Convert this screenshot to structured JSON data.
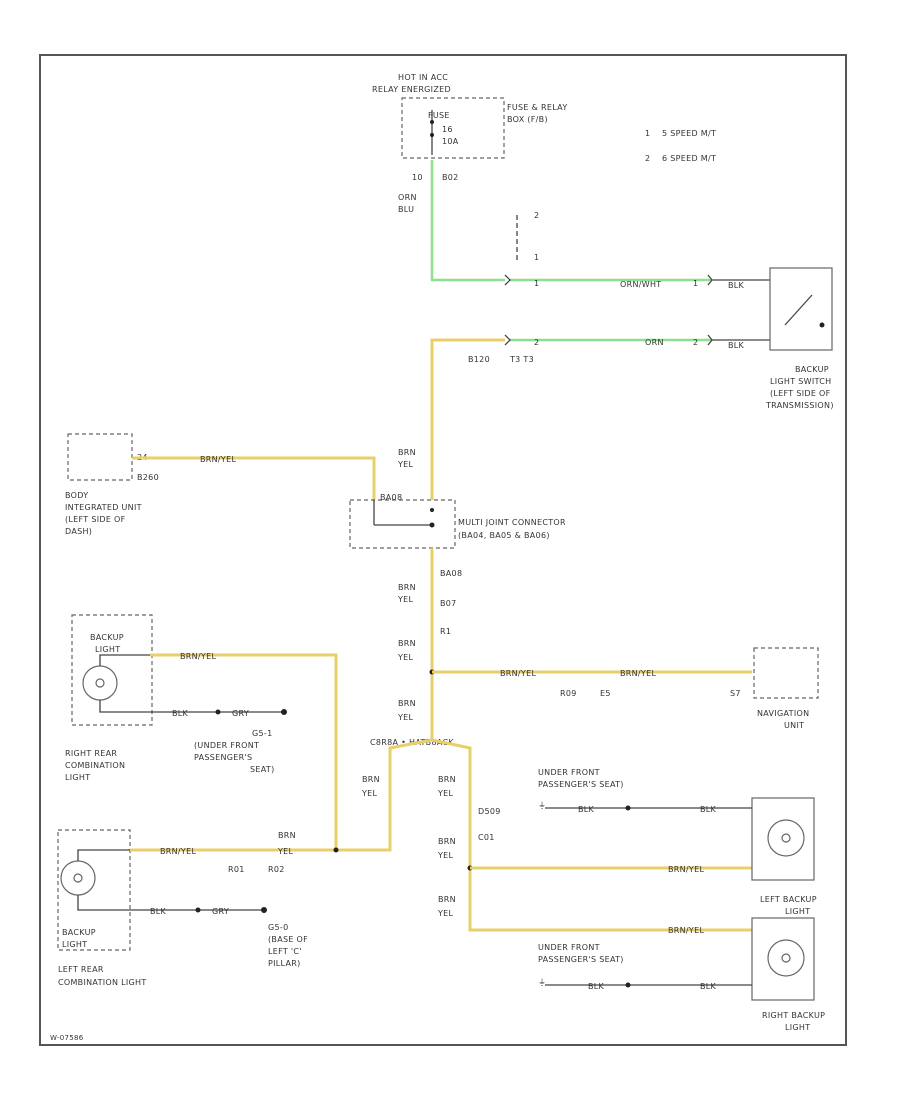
{
  "top": {
    "hot_label": "HOT IN ACC",
    "relay_label": "RELAY ENERGIZED",
    "fuse_label": "FUSE",
    "fuse_no": "16",
    "fuse_amp": "10A",
    "box_label_1": "FUSE & RELAY",
    "box_label_2": "BOX (F/B)",
    "pin_a": "10",
    "pin_b": "B02"
  },
  "legend": [
    {
      "num": "1",
      "text": "5 SPEED M/T"
    },
    {
      "num": "2",
      "text": "6 SPEED M/T"
    }
  ],
  "wires": {
    "orn_blu_1": "ORN",
    "orn_blu_2": "BLU",
    "orn_top": "ORN/WHT",
    "orn_bottom": "ORN",
    "brn_yel": "BRN/YEL",
    "brn": "BRN",
    "yel": "YEL",
    "blk": "BLK",
    "gry": "GRY"
  },
  "switch": {
    "num_1": "1",
    "num_2": "2",
    "pin_top": "1",
    "pin_bottom": "2",
    "label_1": "BACKUP",
    "label_2": "LIGHT SWITCH",
    "label_3": "(LEFT SIDE OF",
    "label_4": "TRANSMISSION)"
  },
  "connectors": {
    "b120": "B120",
    "t3": "T3 T3",
    "b260": "B260",
    "ba08": "BA08",
    "b07": "B07",
    "r1": "R1",
    "r09": "R09",
    "e5": "E5",
    "r01": "R01",
    "r02": "R02",
    "d509": "D509",
    "c01": "C01",
    "s07": "S7",
    "splice_labels": "C8R8A • HATB8ACK"
  },
  "body_unit": {
    "pin": "24",
    "line1": "BODY",
    "line2": "INTEGRATED UNIT",
    "line3": "(LEFT SIDE OF",
    "line4": "DASH)"
  },
  "mjc": {
    "line1": "MULTI JOINT CONNECTOR",
    "line2": "(BA04, BA05 & BA06)"
  },
  "nav": {
    "line1": "NAVIGATION",
    "line2": "UNIT"
  },
  "rr_comb": {
    "box_1": "BACKUP",
    "box_2": "LIGHT",
    "line1": "RIGHT REAR",
    "line2": "COMBINATION",
    "line3": "LIGHT"
  },
  "g": {
    "g1_1": "G5-1",
    "g1_2": "(UNDER FRONT",
    "g1_3": "PASSENGER'S",
    "g1_4": "SEAT)",
    "g2_1": "G5-0",
    "g2_2": "(BASE OF",
    "g2_3": "LEFT 'C'",
    "g2_4": "PILLAR)"
  },
  "lr_comb": {
    "box_1": "BACKUP",
    "box_2": "LIGHT",
    "line1": "LEFT REAR",
    "line2": "COMBINATION LIGHT"
  },
  "right": {
    "u1_1": "UNDER FRONT",
    "u1_2": "PASSENGER'S SEAT)",
    "u2_1": "UNDER FRONT",
    "u2_2": "PASSENGER'S SEAT)",
    "left_backup_1": "LEFT BACKUP",
    "left_backup_2": "LIGHT",
    "right_backup_1": "RIGHT BACKUP",
    "right_backup_2": "LIGHT"
  },
  "footer": {
    "code": "W-07586"
  }
}
